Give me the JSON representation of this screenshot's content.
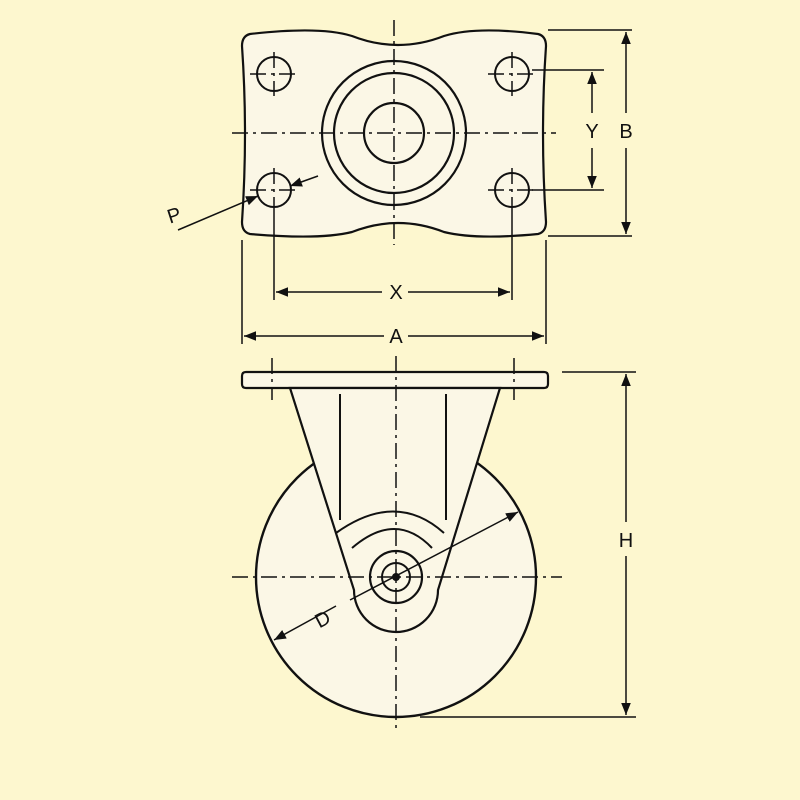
{
  "colors": {
    "background": "#fdf7cf",
    "part_fill": "#fbf7e6",
    "line": "#111111"
  },
  "labels": {
    "P": "P",
    "Y": "Y",
    "B": "B",
    "X": "X",
    "A": "A",
    "H": "H",
    "D": "D"
  }
}
